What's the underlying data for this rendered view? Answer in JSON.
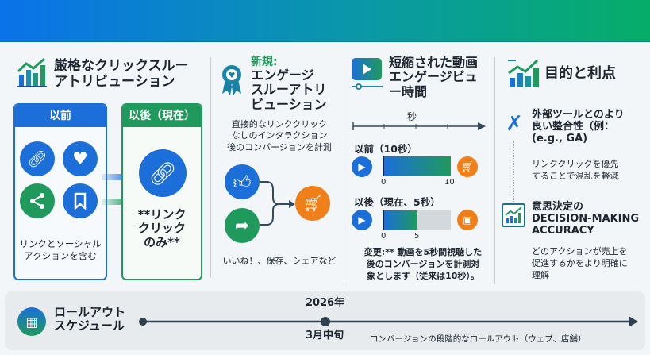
{
  "colors": {
    "blue": "#1c6fd9",
    "green": "#1f9a5c",
    "orange": "#f07f1a"
  },
  "section1": {
    "title": [
      "厳格なクリックスルー",
      "アトリビューション"
    ],
    "before": {
      "label": "以前",
      "desc": [
        "リンクとソーシャル",
        "アクションを含む"
      ],
      "icons": [
        "link-icon",
        "heart-icon",
        "share-icon",
        "bookmark-icon"
      ]
    },
    "after": {
      "label": "以後（現在）",
      "desc": [
        "**リンク",
        "クリック",
        "のみ**"
      ],
      "icons": [
        "link-icon"
      ]
    }
  },
  "section2": {
    "new_label": "新規:",
    "title": [
      "エンゲージ",
      "スルーアトリ",
      "ビューション"
    ],
    "desc": [
      "直接的なリンククリック",
      "なしのインタラクション",
      "後のコンバージョンを計測"
    ],
    "footer": "いいね！、保存、シェアなど"
  },
  "section3": {
    "title": [
      "短縮された動画",
      "エンゲージビュ",
      "ー時間"
    ],
    "axis_label": "秒",
    "before": {
      "label": "以前（10秒）",
      "start": "0",
      "end": "10",
      "value_seconds": 10
    },
    "after": {
      "label": "以後（現在、5秒）",
      "start": "0",
      "end": "5",
      "value_seconds": 5
    },
    "max_seconds": 10,
    "note": [
      "変更:** 動画を5秒間視聴した",
      "後のコンバージョンを計測対",
      "象とします（従来は10秒）。"
    ]
  },
  "section4": {
    "title": "目的と利点",
    "item1": {
      "title": [
        "外部ツールとのより",
        "良い整合性（例：",
        "(e.g., GA)"
      ],
      "desc": [
        "リンククリックを優先",
        "することで混乱を軽減"
      ]
    },
    "item2": {
      "title": [
        "意思決定の",
        "DECISION-MAKING",
        "ACCURACY"
      ],
      "desc": [
        "どのアクションが売上を",
        "促進するかをより明確に",
        "理解"
      ]
    }
  },
  "timeline": {
    "title": [
      "ロールアウト",
      "スケジュール"
    ],
    "year": "2026年",
    "date": "3月中旬",
    "desc": "コンバージョンの段階的なロールアウト（ウェブ、店舗）"
  }
}
